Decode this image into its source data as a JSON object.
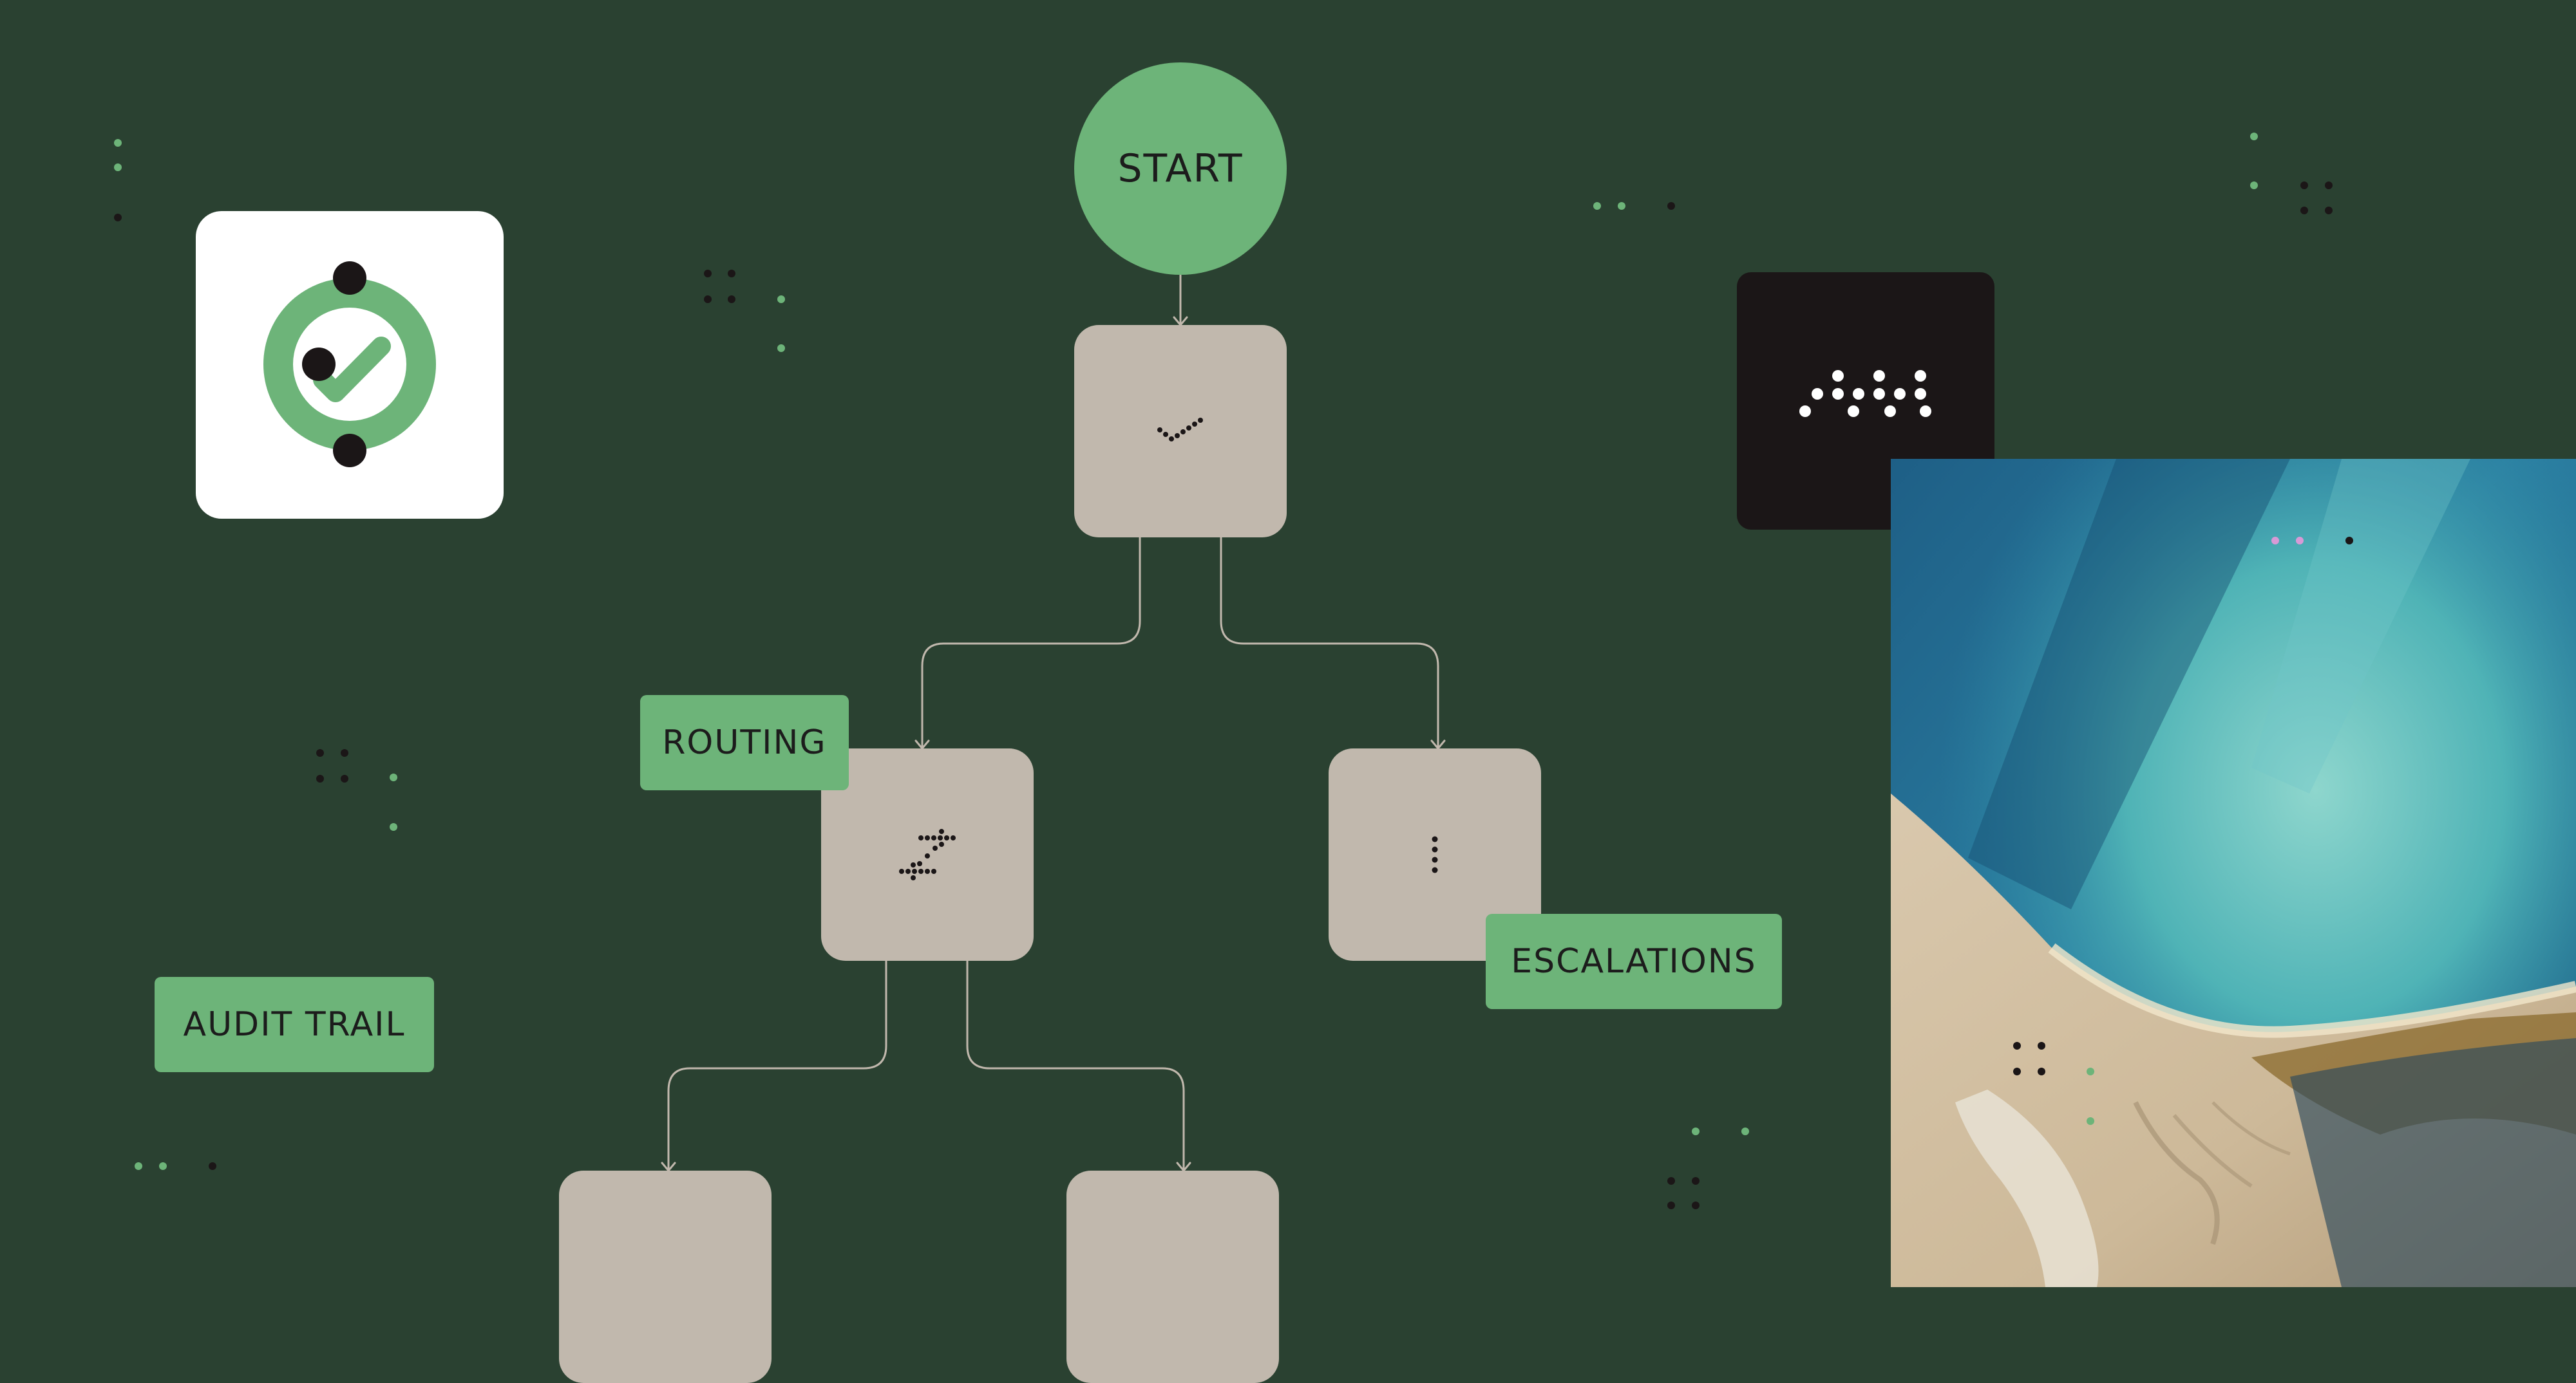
{
  "diagram": {
    "start_label": "START",
    "tags": {
      "routing": "ROUTING",
      "escalations": "ESCALATIONS",
      "audit_trail": "AUDIT TRAIL"
    },
    "icons": {
      "app_icon": "approval-check-icon",
      "dark_tile": "dot-pattern-icon",
      "approve_node": "dotted-check-icon",
      "routing_node": "dotted-swap-arrows-icon",
      "escalations_node": "vertical-ellipsis-icon"
    }
  },
  "colors": {
    "background": "#2a4131",
    "accent_green": "#6db479",
    "node_fill": "#c1b8ad",
    "connector": "#c1b8ad",
    "dark_tile": "#1b1617"
  }
}
